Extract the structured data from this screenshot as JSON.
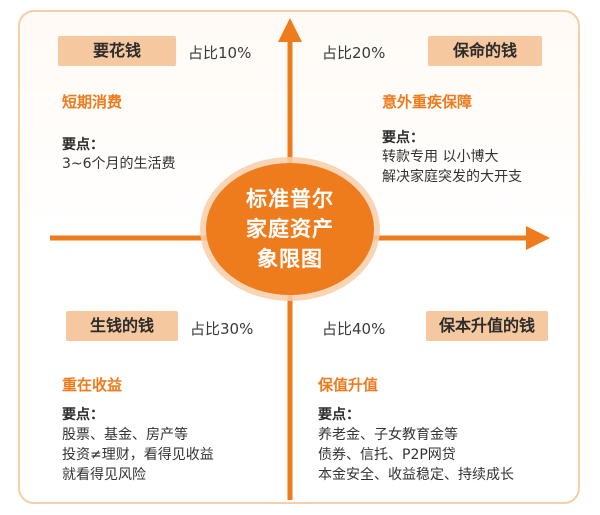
{
  "center": {
    "lines": [
      "标准普尔",
      "家庭资产",
      "象限图"
    ]
  },
  "quadrants": {
    "top_left": {
      "tag": "要花钱",
      "percent": "占比10%",
      "subtitle": "短期消费",
      "points_title": "要点：",
      "points": [
        "3~6个月的生活费"
      ]
    },
    "top_right": {
      "tag": "保命的钱",
      "percent": "占比20%",
      "subtitle": "意外重疾保障",
      "points_title": "要点：",
      "points": [
        "转款专用  以小博大",
        "解决家庭突发的大开支"
      ]
    },
    "bottom_left": {
      "tag": "生钱的钱",
      "percent": "占比30%",
      "subtitle": "重在收益",
      "points_title": "要点：",
      "points": [
        "股票、基金、房产等",
        "投资≠理财，看得见收益",
        "就看得见风险"
      ]
    },
    "bottom_right": {
      "tag": "保本升值的钱",
      "percent": "占比40%",
      "subtitle": "保值升值",
      "points_title": "要点：",
      "points": [
        "养老金、子女教育金等",
        "债券、信托、P2P网贷",
        "本金安全、收益稳定、持续成长"
      ]
    }
  },
  "colors": {
    "accent": "#ee7b1c",
    "tag_bg": "#f5c8a0",
    "frame_border": "#f6cfa8"
  }
}
